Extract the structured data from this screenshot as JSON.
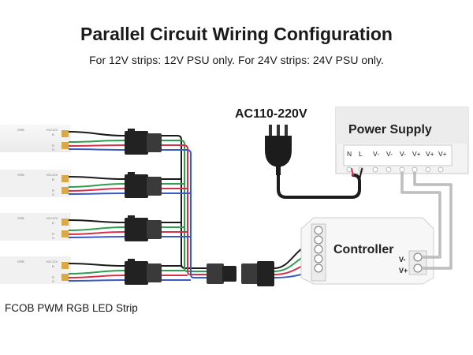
{
  "header": {
    "title": "Parallel Circuit Wiring Configuration",
    "subtitle": "For 12V strips: 12V PSU only. For 24V strips: 24V PSU only."
  },
  "power_supply": {
    "title": "Power Supply",
    "terminals": [
      "N",
      "L",
      "V-",
      "V-",
      "V-",
      "V+",
      "V+",
      "V+"
    ]
  },
  "ac_input": {
    "label": "AC110-220V"
  },
  "controller": {
    "title": "Controller",
    "v_minus": "V-",
    "v_plus": "V+"
  },
  "strip": {
    "label": "FCOB PWM RGB LED Strip",
    "pad_voltage": "+DC12V",
    "pad_b": "B",
    "pad_grb": "GRB",
    "pad_r": "R",
    "pad_g": "G"
  },
  "colors": {
    "wire_black": "#1a1a1a",
    "wire_green": "#2e9e4f",
    "wire_red": "#d8304a",
    "wire_blue": "#3a5ac8",
    "wire_gray": "#9a9a9a"
  }
}
